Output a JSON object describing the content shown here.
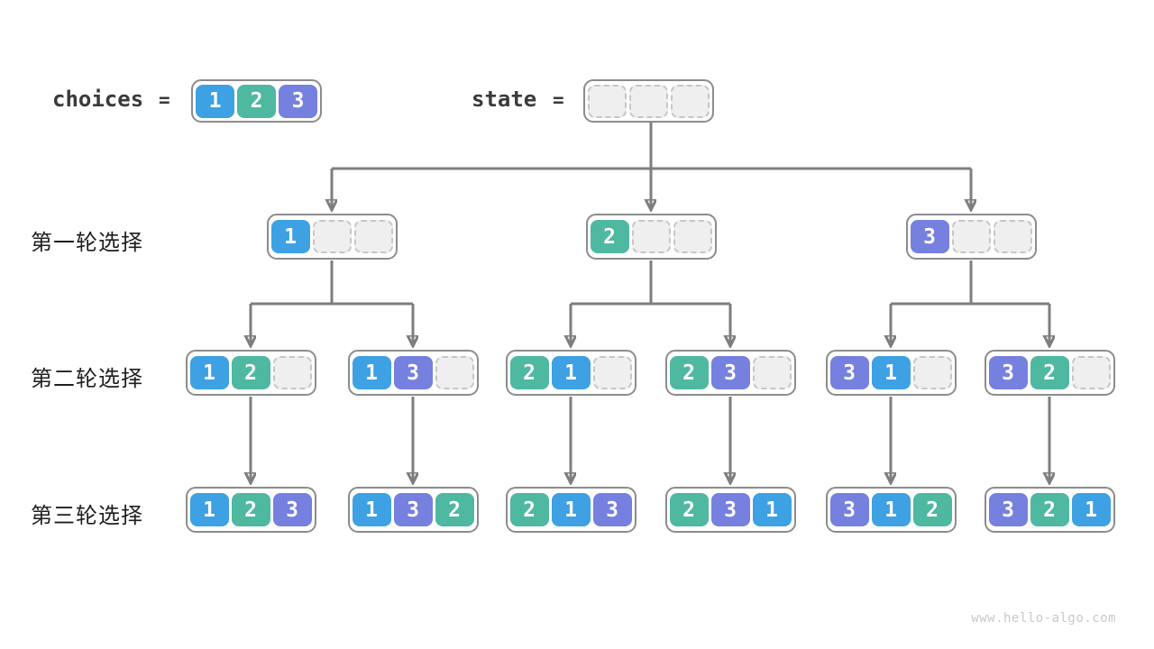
{
  "header": {
    "choices_label": "choices",
    "state_label": "state",
    "equals": "=",
    "choices_cells": [
      "1",
      "2",
      "3"
    ],
    "state_cells": [
      "",
      "",
      ""
    ]
  },
  "rows": [
    {
      "label": "第一轮选择",
      "nodes": [
        [
          "1",
          "",
          ""
        ],
        [
          "2",
          "",
          ""
        ],
        [
          "3",
          "",
          ""
        ]
      ]
    },
    {
      "label": "第二轮选择",
      "nodes": [
        [
          "1",
          "2",
          ""
        ],
        [
          "1",
          "3",
          ""
        ],
        [
          "2",
          "1",
          ""
        ],
        [
          "2",
          "3",
          ""
        ],
        [
          "3",
          "1",
          ""
        ],
        [
          "3",
          "2",
          ""
        ]
      ]
    },
    {
      "label": "第三轮选择",
      "nodes": [
        [
          "1",
          "2",
          "3"
        ],
        [
          "1",
          "3",
          "2"
        ],
        [
          "2",
          "1",
          "3"
        ],
        [
          "2",
          "3",
          "1"
        ],
        [
          "3",
          "1",
          "2"
        ],
        [
          "3",
          "2",
          "1"
        ]
      ]
    }
  ],
  "cell_colors": {
    "1": "#3DA1E3",
    "2": "#4EB8A1",
    "3": "#7580DF"
  },
  "diagram_colors": {
    "arrow": "#7E7E7E",
    "node_border": "#8C8C8C",
    "empty_cell_fill": "#EFEFEF",
    "empty_cell_border": "#C6C6C6"
  },
  "watermark": "www.hello-algo.com"
}
